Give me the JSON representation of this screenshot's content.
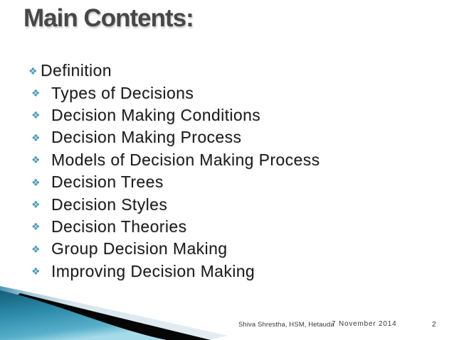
{
  "slide": {
    "title": "Main Contents:",
    "bullet_glyph": "❖",
    "bullets": [
      "Definition",
      "Types of Decisions",
      "Decision Making Conditions",
      "Decision Making Process",
      "Models of Decision Making Process",
      "Decision Trees",
      "Decision Styles",
      "Decision Theories",
      "Group Decision Making",
      "Improving Decision Making"
    ],
    "footer": {
      "author": "Shiva Shrestha, HSM, Hetauda",
      "date": "7 November 2014",
      "page_number": "2"
    },
    "icons": {
      "bullet": "diamond-bullet-icon"
    },
    "colors": {
      "title_text": "#474747",
      "body_text": "#1d1d1d",
      "bullet_accent": "#4e9ab8",
      "footer_text": "#3a3a3a",
      "wedge_teal_dark": "#155d78",
      "wedge_teal_mid": "#2e8cab",
      "wedge_teal_light": "#a6dbe9",
      "wedge_black": "#060606",
      "wedge_pale": "#dce8f0",
      "background": "#ffffff"
    }
  }
}
